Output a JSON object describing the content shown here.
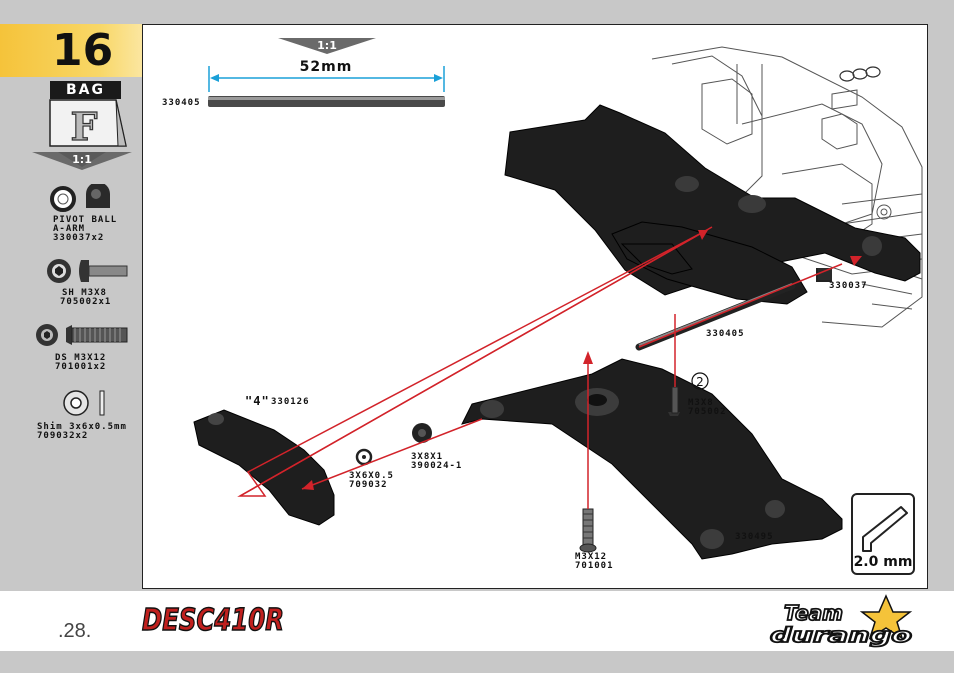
{
  "step": {
    "number": "16"
  },
  "bag": {
    "label": "BAG",
    "letter": "F",
    "scale": "1:1"
  },
  "parts_list": [
    {
      "name_lines": [
        "PIVOT BALL",
        "A-ARM"
      ],
      "code": "330037x2"
    },
    {
      "name_lines": [
        "SH M3X8"
      ],
      "code": "705002x1"
    },
    {
      "name_lines": [
        "DS M3X12"
      ],
      "code": "701001x2"
    },
    {
      "name_lines": [
        "Shim 3x6x0.5mm"
      ],
      "code": "709032x2"
    }
  ],
  "rod": {
    "scale": "1:1",
    "length": "52mm",
    "code": "330405"
  },
  "callouts": {
    "arm_top_mount": "330037",
    "rod": "330405",
    "screw_m3x8": [
      "M3X8",
      "705002"
    ],
    "screw_qty": "2",
    "block": "\"4\"",
    "block_code": "330126",
    "shim": [
      "3X6X0.5",
      "709032"
    ],
    "bearing": [
      "3X8X1",
      "390024-1"
    ],
    "lower_arm": "330495",
    "screw_m3x12": [
      "M3X12",
      "701001"
    ]
  },
  "tool": {
    "size": "2.0 mm"
  },
  "footer": {
    "page": ".28.",
    "brand": "DESC410R",
    "maker_line1": "Team",
    "maker_line2": "durango"
  },
  "colors": {
    "accent": "#f5c33a",
    "guide_line": "#d2232a",
    "dimension": "#1aa0d8"
  }
}
